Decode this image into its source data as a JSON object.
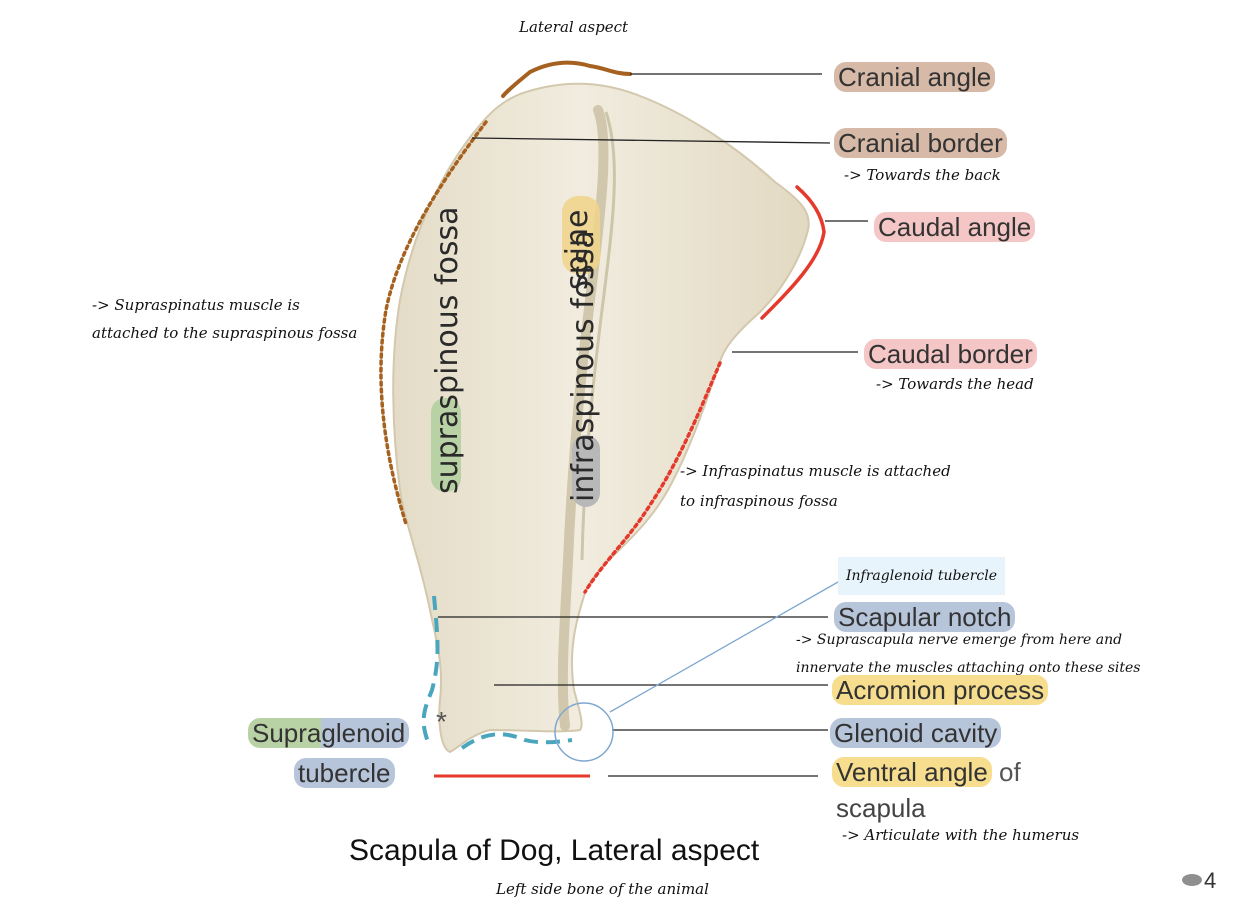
{
  "header": {
    "aspect_note": "Lateral aspect"
  },
  "labels": {
    "cranial_angle": "Cranial angle",
    "cranial_border": "Cranial border",
    "caudal_angle": "Caudal angle",
    "caudal_border": "Caudal border",
    "scapular_notch": "Scapular notch",
    "acromion_process": "Acromion process",
    "glenoid_cavity": "Glenoid cavity",
    "ventral_angle_a": "Ventral angle",
    "ventral_angle_b": " of",
    "ventral_angle_c": "scapula",
    "supraglenoid_a": "Supra",
    "supraglenoid_b": "glenoid",
    "supraglenoid_c": "tubercle",
    "infraglenoid_tubercle": "Infraglenoid tubercle",
    "asterisk": "*"
  },
  "notes": {
    "cranial_border": "-> Towards the back",
    "caudal_border": "-> Towards the head",
    "supraspinatus_1": "-> Supraspinatus muscle is",
    "supraspinatus_2": "attached to the supraspinous fossa",
    "infraspinatus_1": "-> Infraspinatus muscle is attached",
    "infraspinatus_2": "to infraspinous fossa",
    "scapular_notch_1": "-> Suprascapula nerve emerge from here and",
    "scapular_notch_2": "innervate the muscles attaching onto these sites",
    "ventral_angle": "-> Articulate with the humerus"
  },
  "bone_text": {
    "supraspinous": "supraspinous fossa",
    "spine": "spine",
    "infraspinous": "infraspinous fossa"
  },
  "caption": {
    "title": "Scapula of Dog, Lateral aspect",
    "subtitle": "Left side bone of the animal"
  },
  "page": {
    "number": "4"
  },
  "colors": {
    "brown_highlight": "#d6b9a6",
    "pink_highlight": "#f5c6c6",
    "blue_highlight": "#b7c5da",
    "yellow_highlight": "#f7dd8e",
    "green_highlight": "#b9d2a5",
    "grey_highlight": "#b8b8b8",
    "brown_line": "#a5611f",
    "red_line": "#e53a2b",
    "teal_line": "#4aa6bd"
  }
}
